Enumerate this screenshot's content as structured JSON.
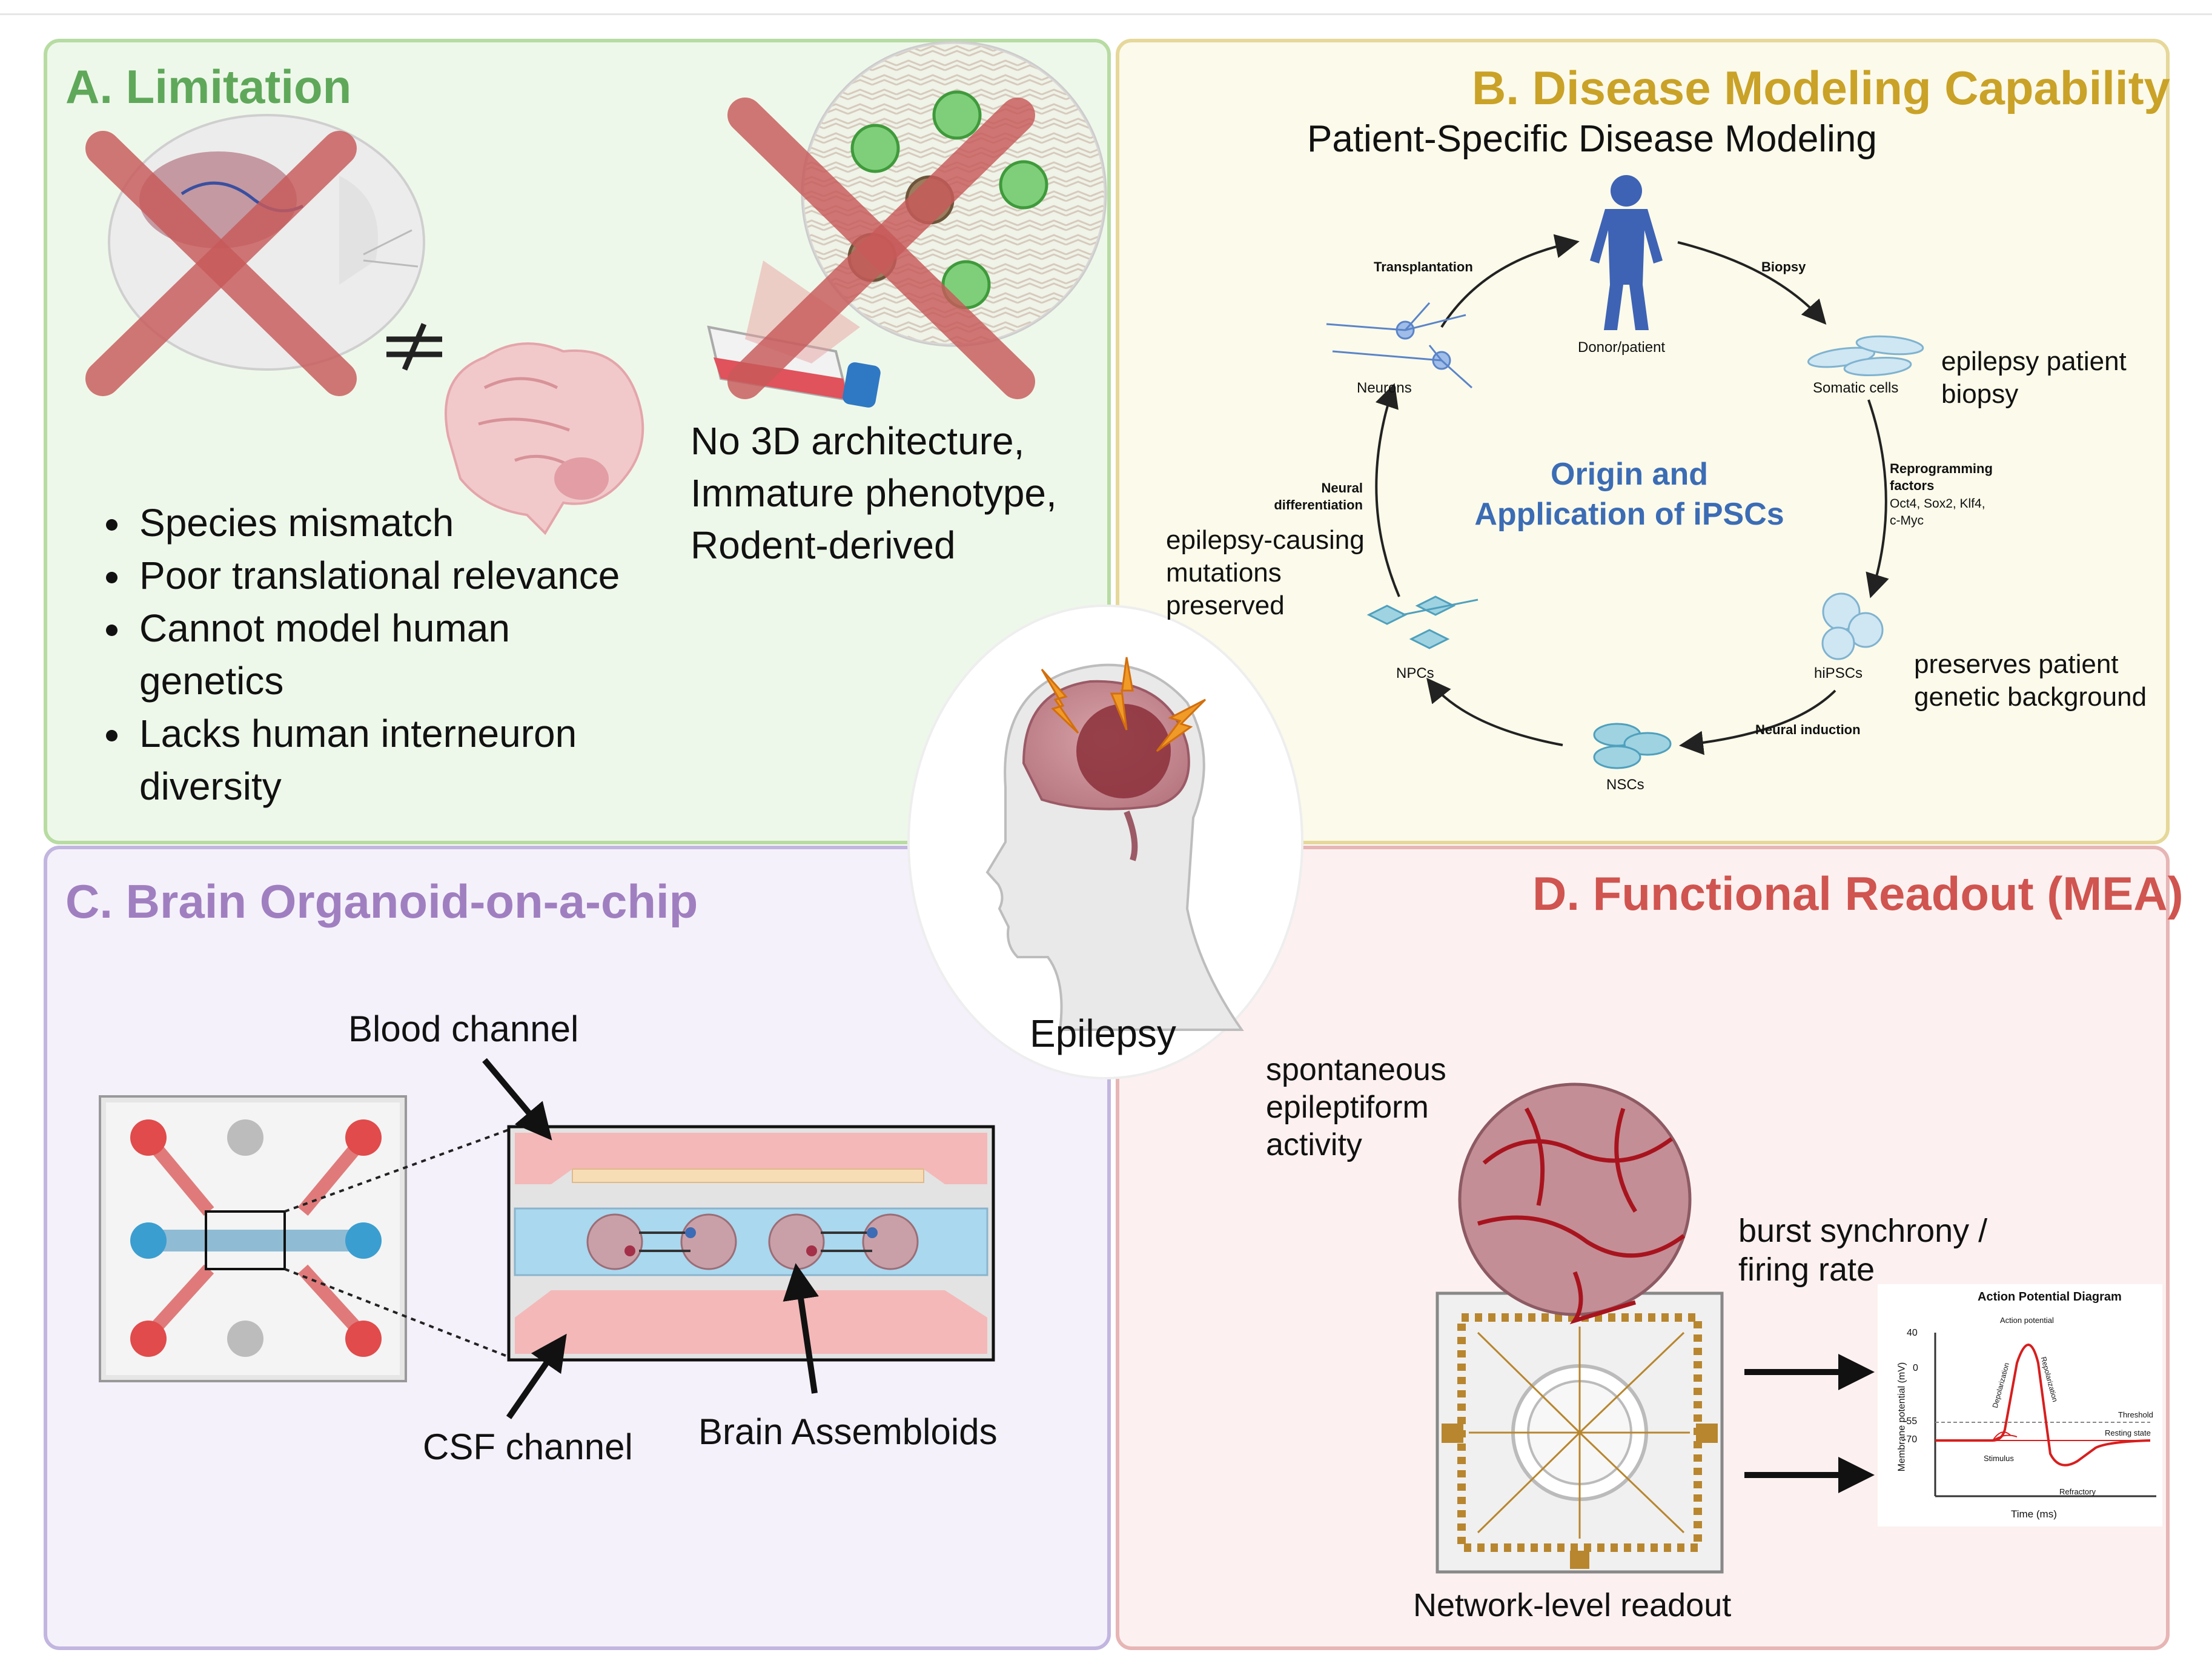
{
  "panels": {
    "a": {
      "title": "A. Limitation",
      "bullets": [
        "Species mismatch",
        "Poor translational relevance",
        "Cannot model human genetics",
        "Lacks human interneuron diversity"
      ],
      "not_equal_symbol": "≠",
      "culture_lines": [
        "No 3D architecture,",
        "Immature phenotype,",
        "Rodent-derived"
      ]
    },
    "b": {
      "title": "B. Disease Modeling Capability",
      "subtitle": "Patient-Specific Disease Modeling",
      "center_title_lines": [
        "Origin and",
        "Application of iPSCs"
      ],
      "nodes": {
        "donor": "Donor/patient",
        "somatic": "Somatic cells",
        "hipscs": "hiPSCs",
        "nscs": "NSCs",
        "npcs": "NPCs",
        "neurons": "Neurons"
      },
      "steps": {
        "transplantation": "Transplantation",
        "biopsy": "Biopsy",
        "reprogramming_lines": [
          "Reprogramming",
          "factors"
        ],
        "factors_lines": [
          "Oct4, Sox2, Klf4,",
          "c-Myc"
        ],
        "neural_induction": "Neural induction",
        "neural_diff_lines": [
          "Neural",
          "differentiation"
        ]
      },
      "notes": {
        "biopsy_lines": [
          "epilepsy patient",
          "biopsy"
        ],
        "genetic_lines": [
          "preserves patient",
          "genetic background"
        ],
        "mutation_lines": [
          "epilepsy-causing",
          "mutations",
          "preserved"
        ]
      }
    },
    "center": {
      "label": "Epilepsy"
    },
    "c": {
      "title": "C. Brain Organoid-on-a-chip",
      "blood_channel": "Blood channel",
      "csf_channel": "CSF channel",
      "assembloids": "Brain Assembloids"
    },
    "d": {
      "title": "D. Functional Readout (MEA)",
      "spont_lines": [
        "spontaneous",
        "epileptiform",
        "activity"
      ],
      "burst_lines": [
        "burst synchrony /",
        "firing rate"
      ],
      "network": "Network-level readout",
      "ap": {
        "title": "Action Potential Diagram",
        "ylabel": "Membrane potential (mV)",
        "xlabel": "Time (ms)",
        "ticks": [
          "40",
          "0",
          "-55",
          "-70"
        ],
        "annotations": {
          "action_potential": "Action potential",
          "depolarization": "Depolarization",
          "repolarization": "Repolarization",
          "threshold": "Threshold",
          "resting": "Resting state",
          "stimulus": "Stimulus",
          "refractory": "Refractory"
        }
      }
    }
  },
  "colors": {
    "a_title": "#5fa85a",
    "b_title": "#c9a227",
    "c_title": "#a07fc0",
    "d_title": "#d0544f",
    "center_blue": "#3b6cb5",
    "cross": "#c85a5a",
    "channel_blue": "#a9d8ef",
    "channel_pink": "#f4b8b8",
    "mea_gold": "#b8862e",
    "ap_red": "#d81e1e"
  },
  "icons": [
    "x-cross-icon",
    "mouse-icon",
    "brain-icon",
    "culture-flask-icon",
    "human-figure-icon",
    "lightning-icon",
    "cell-icon",
    "arrow-icon",
    "organoid-icon",
    "mea-chip-icon"
  ]
}
